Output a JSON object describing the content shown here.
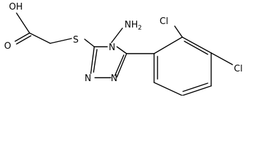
{
  "molecule": {
    "labels": {
      "hydroxyl": "OH",
      "carbonyl_oxygen": "O",
      "sulfur": "S",
      "amino": "NH",
      "amino_subscript": "2",
      "ring_nitrogen_4": "N",
      "ring_nitrogen_2": "N",
      "ring_nitrogen_1": "N",
      "chlorine_ortho": "Cl",
      "chlorine_para": "Cl"
    },
    "colors": {
      "bond": "#000000",
      "label": "#000000",
      "background": "#ffffff"
    }
  }
}
